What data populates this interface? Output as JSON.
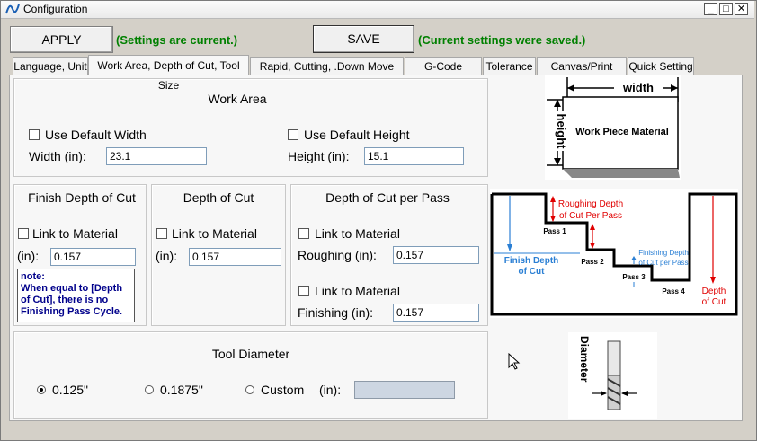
{
  "window": {
    "title": "Configuration",
    "controls": {
      "minimize": "_",
      "maximize": "□",
      "close": "✕"
    }
  },
  "toolbar": {
    "apply_label": "APPLY",
    "apply_status": "(Settings are current.)",
    "save_label": "SAVE",
    "save_status": "(Current settings were saved.)",
    "status_color": "#008000"
  },
  "tabs": [
    {
      "label": "Language, Unit"
    },
    {
      "label": "Work Area, Depth of Cut, Tool Size",
      "active": true
    },
    {
      "label": "Rapid, Cutting, .Down Move Rate"
    },
    {
      "label": "G-Code Options"
    },
    {
      "label": "Tolerance"
    },
    {
      "label": "Canvas/Print Color"
    },
    {
      "label": "Quick Setting"
    }
  ],
  "work_area": {
    "title": "Work Area",
    "default_width_label": "Use Default Width",
    "default_width_checked": false,
    "default_height_label": "Use Default Height",
    "default_height_checked": false,
    "width_label": "Width   (in):",
    "width_value": "23.1",
    "height_label": "Height (in):",
    "height_value": "15.1"
  },
  "workpiece_diagram": {
    "width_label": "width",
    "height_label": "height",
    "material_label": "Work Piece Material"
  },
  "finish_depth": {
    "title": "Finish Depth of Cut",
    "link_label": "Link to Material",
    "link_checked": false,
    "in_label": "(in):",
    "value": "0.157",
    "note": "note:\nWhen equal to [Depth of Cut], there is no Finishing Pass Cycle."
  },
  "depth_of_cut": {
    "title": "Depth of Cut",
    "link_label": "Link to Material",
    "link_checked": false,
    "in_label": "(in):",
    "value": "0.157"
  },
  "depth_per_pass": {
    "title": "Depth of Cut per Pass",
    "rough_link_label": "Link to Material",
    "rough_link_checked": false,
    "roughing_label": "Roughing (in):",
    "roughing_value": "0.157",
    "finish_link_label": "Link to Material",
    "finish_link_checked": false,
    "finishing_label": "Finishing  (in):",
    "finishing_value": "0.157"
  },
  "depth_diagram": {
    "roughing_label_1": "Roughing Depth",
    "roughing_label_2": "of Cut Per Pass",
    "pass1": "Pass 1",
    "pass2": "Pass 2",
    "pass3": "Pass 3",
    "pass4": "Pass 4",
    "finishing_depth_1": "Finishing Depth",
    "finishing_depth_2": "of Cut per Pass",
    "finish_depth_1": "Finish Depth",
    "finish_depth_2": "of Cut",
    "depth_1": "Depth",
    "depth_2": "of Cut",
    "red": "#e00000",
    "blue": "#2a7fd4"
  },
  "tool_diameter": {
    "title": "Tool Diameter",
    "opt1": "0.125\"",
    "opt2": "0.1875\"",
    "opt3": "Custom",
    "selected": "0.125\"",
    "in_label": "(in):",
    "custom_value": ""
  },
  "tool_diagram": {
    "label": "Diameter"
  }
}
